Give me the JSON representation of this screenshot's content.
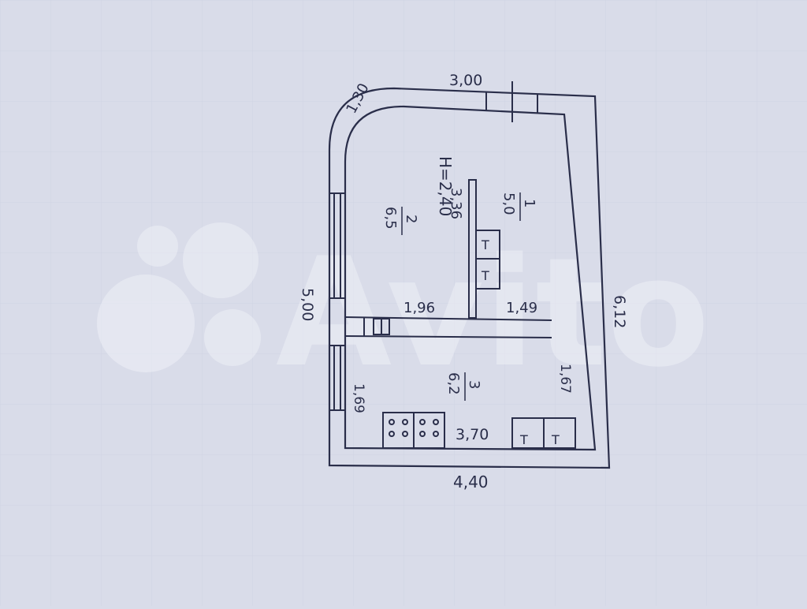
{
  "palette": {
    "paper": "#d9dce9",
    "ink": "#2a2e4a",
    "grid": "#c9cde0",
    "watermark": "#eef0f7"
  },
  "watermark": {
    "text": "Avito"
  },
  "plan": {
    "height_label": "H=2,40",
    "outer_dimensions": {
      "top": "3,00",
      "corner_arc": "1,30",
      "left": "5,00",
      "right": "6,12",
      "bottom": "4,40"
    },
    "inner_dimensions": {
      "partition_vertical": "3,36",
      "partition_left": "1,96",
      "partition_right": "1,49",
      "right_lower": "1,67",
      "left_lower": "1,69",
      "bottom_inner": "3,70"
    },
    "rooms": [
      {
        "number": "1",
        "area": "5,0"
      },
      {
        "number": "2",
        "area": "6,5"
      },
      {
        "number": "3",
        "area": "6,2"
      }
    ],
    "fixtures": {
      "toilet_symbol": "T",
      "stove_icon": "stove-icon"
    }
  }
}
